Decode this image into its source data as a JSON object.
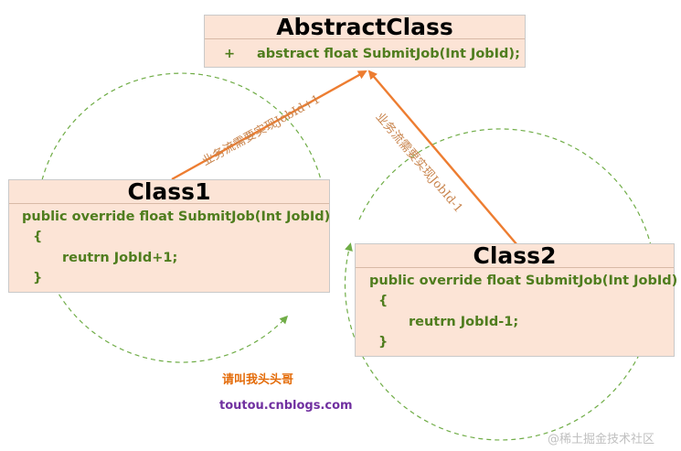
{
  "abstract_class": {
    "title": "AbstractClass",
    "member_visibility": "+",
    "member": "abstract float SubmitJob(Int JobId);"
  },
  "class1": {
    "title": "Class1",
    "signature": "public override float SubmitJob(Int JobId)",
    "open_brace": "{",
    "body": "reutrn JobId+1;",
    "close_brace": "}"
  },
  "class2": {
    "title": "Class2",
    "signature": "public override float SubmitJob(Int JobId)",
    "open_brace": "{",
    "body": "reutrn JobId-1;",
    "close_brace": "}"
  },
  "arrows": {
    "class1_label": "业务流需要实现JobId+1",
    "class2_label": "业务流需要实现JobId-1"
  },
  "credit": {
    "name": "请叫我头头哥",
    "site": "toutou.cnblogs.com"
  },
  "watermark": "@稀土掘金技术社区",
  "colors": {
    "box_fill": "#fce4d6",
    "arrow": "#ed7d31",
    "code_text": "#4f7d1e",
    "cycle_dash": "#70ad47",
    "credit_name": "#e46c0a",
    "credit_site": "#7030a0"
  }
}
